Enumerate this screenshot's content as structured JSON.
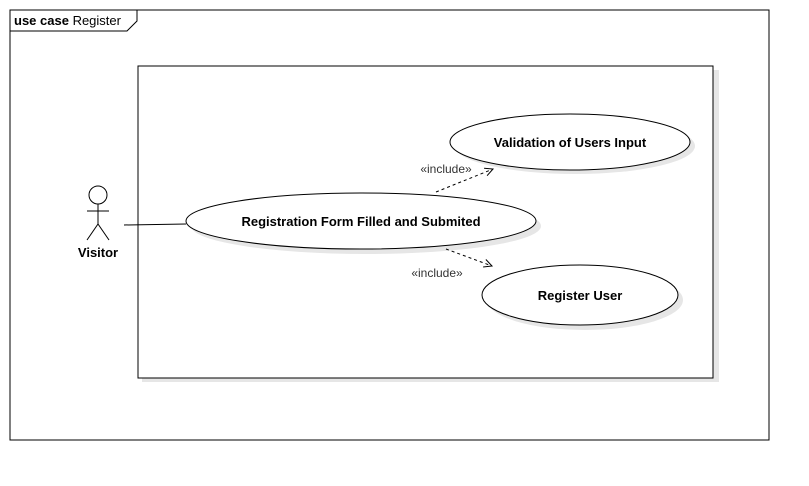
{
  "frame": {
    "keyword": "use case",
    "name": "Register"
  },
  "actor": {
    "name": "Visitor"
  },
  "use_cases": {
    "main": "Registration Form Filled and Submited",
    "validation": "Validation of Users Input",
    "register": "Register User"
  },
  "relations": {
    "include_validation": "«include»",
    "include_register": "«include»"
  },
  "colors": {
    "stroke": "#000000",
    "shadow": "#e6e6e6",
    "background": "#ffffff"
  }
}
